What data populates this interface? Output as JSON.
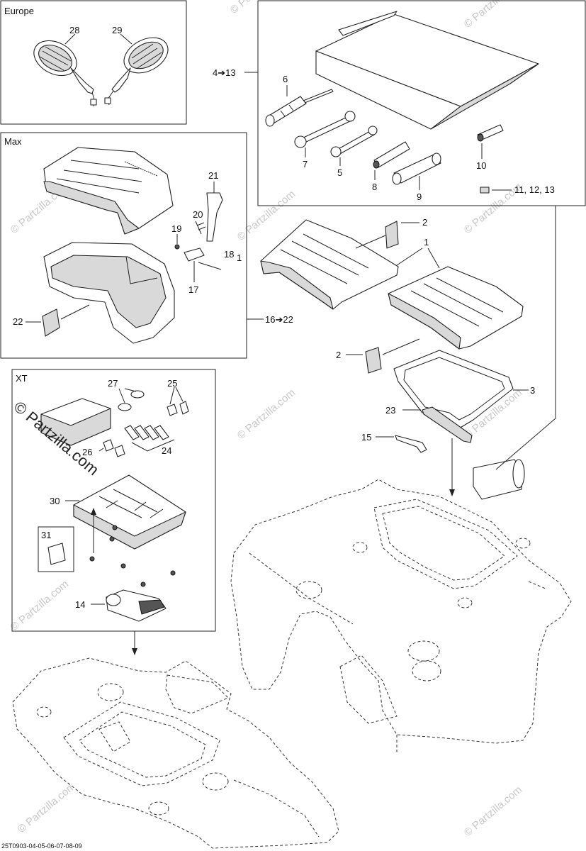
{
  "sections": {
    "europe": "Europe",
    "max": "Max",
    "xt": "XT"
  },
  "labels": {
    "p28": "28",
    "p29": "29",
    "p4_13": "4➔13",
    "p6": "6",
    "p7": "7",
    "p5": "5",
    "p8": "8",
    "p9": "9",
    "p10": "10",
    "p11_13": "11, 12, 13",
    "p21": "21",
    "p20": "20",
    "p19": "19",
    "p18": "18",
    "p18b": "1",
    "p17": "17",
    "p22": "22",
    "p16_22": "16➔22",
    "p2a": "2",
    "p1": "1",
    "p2b": "2",
    "p3": "3",
    "p23": "23",
    "p15": "15",
    "p27": "27",
    "p25": "25",
    "p24": "24",
    "p26": "26",
    "p30": "30",
    "p31": "31",
    "p14": "14"
  },
  "watermark": {
    "main": "© Partzilla.com",
    "repeat": "© Partzilla.com"
  },
  "footer": {
    "code": "25T0903-04-05-06-07-08-09"
  }
}
